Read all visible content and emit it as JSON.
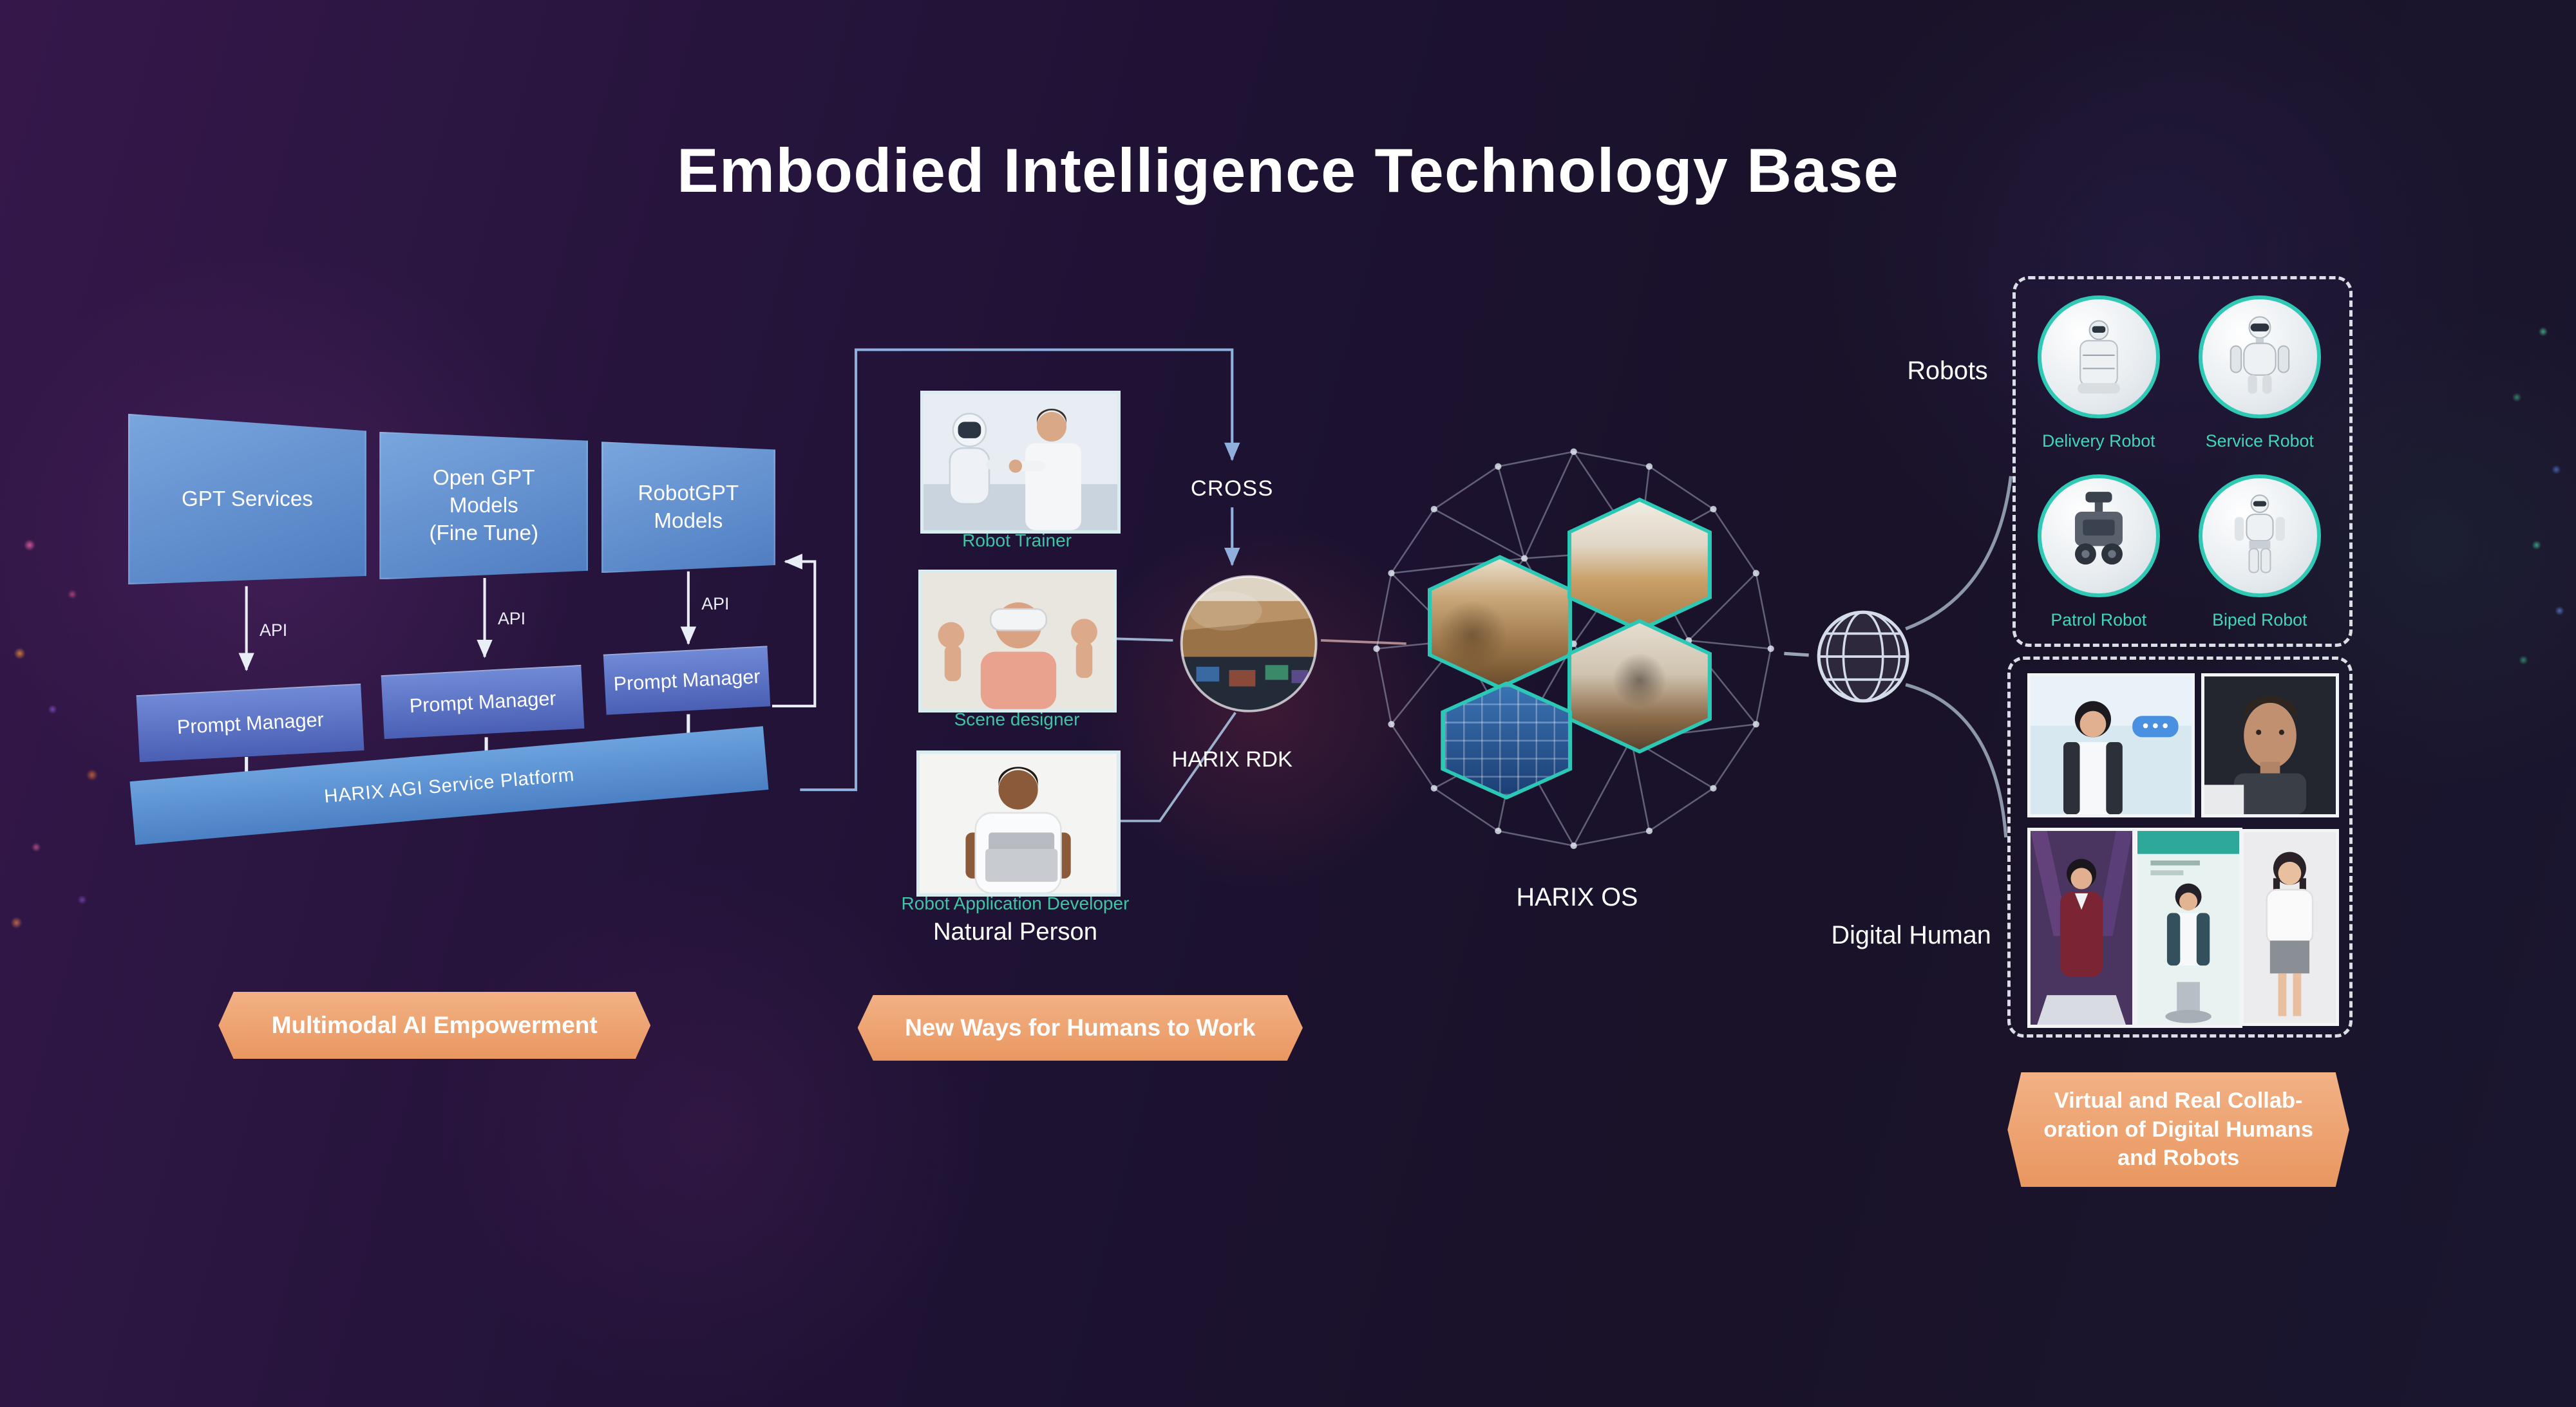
{
  "title": "Embodied Intelligence Technology Base",
  "left": {
    "boxes": [
      {
        "label": "GPT Services"
      },
      {
        "label": "Open GPT\nModels\n(Fine Tune)"
      },
      {
        "label": "RobotGPT\nModels"
      }
    ],
    "api": "API",
    "prompt_manager": "Prompt Manager",
    "platform": "HARIX AGI Service Platform",
    "banner": "Multimodal AI Empowerment"
  },
  "people": {
    "photos": [
      {
        "caption": "Robot Trainer"
      },
      {
        "caption": "Scene designer"
      },
      {
        "caption": "Robot Application Developer"
      }
    ],
    "group_label": "Natural Person",
    "banner": "New Ways for Humans to Work"
  },
  "core": {
    "cross": "CROSS",
    "rdk": "HARIX RDK",
    "os": "HARIX OS"
  },
  "right": {
    "robots_title": "Robots",
    "robots": [
      {
        "caption": "Delivery Robot"
      },
      {
        "caption": "Service Robot"
      },
      {
        "caption": "Patrol Robot"
      },
      {
        "caption": "Biped Robot"
      }
    ],
    "digital_human_title": "Digital Human",
    "banner": "Virtual and Real Collab-\noration of Digital Humans\nand Robots"
  },
  "colors": {
    "accent_orange": "#ee9f6d",
    "accent_teal": "#3fc4a6",
    "box_blue": "#5b8fd0",
    "background_dark": "#1c1230"
  }
}
